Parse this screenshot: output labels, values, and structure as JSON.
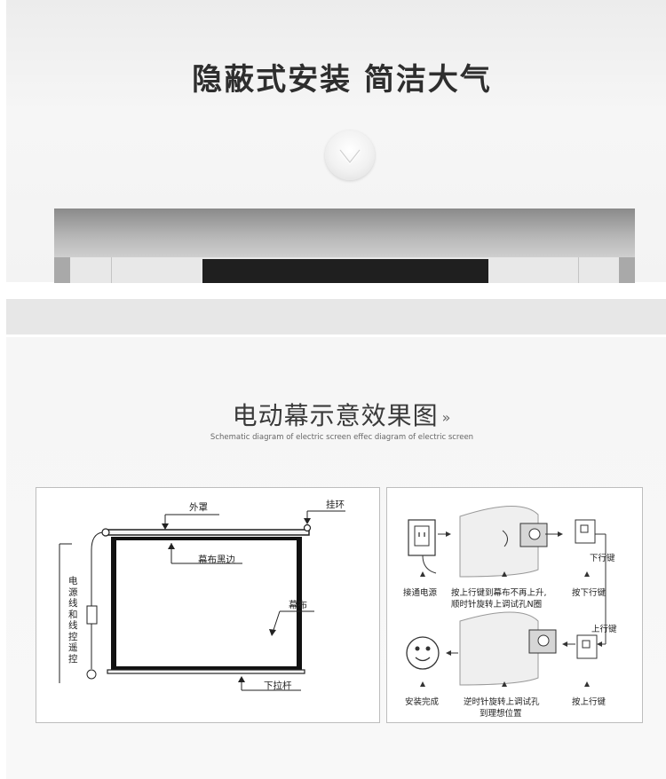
{
  "top": {
    "headline": "隐蔽式安装  简洁大气"
  },
  "section": {
    "title": "电动幕示意效果图",
    "title_suffix": "»",
    "subtitle": "Schematic diagram of electric screen effec diagram of electric screen"
  },
  "diagram_left": {
    "outer_cover": "外罩",
    "hanging_ring": "挂环",
    "screen_black_border": "幕布黑边",
    "screen": "幕布",
    "pull_bar": "下拉杆",
    "power_line_label": "电源线和线控遥控"
  },
  "diagram_right": {
    "step_power": "接通电源",
    "step_press_up_line1": "按上行键到幕布不再上升,",
    "step_press_up_line2": "顺时针旋转上调试孔N圈",
    "step_press_down": "按下行键",
    "down_key": "下行键",
    "up_key": "上行键",
    "step_done": "安装完成",
    "step_reverse_line1": "逆时针旋转上调试孔",
    "step_reverse_line2": "到理想位置",
    "step_press_up_key": "按上行键"
  },
  "colors": {
    "headline": "#2e2e2e",
    "title": "#3a3a3a"
  }
}
